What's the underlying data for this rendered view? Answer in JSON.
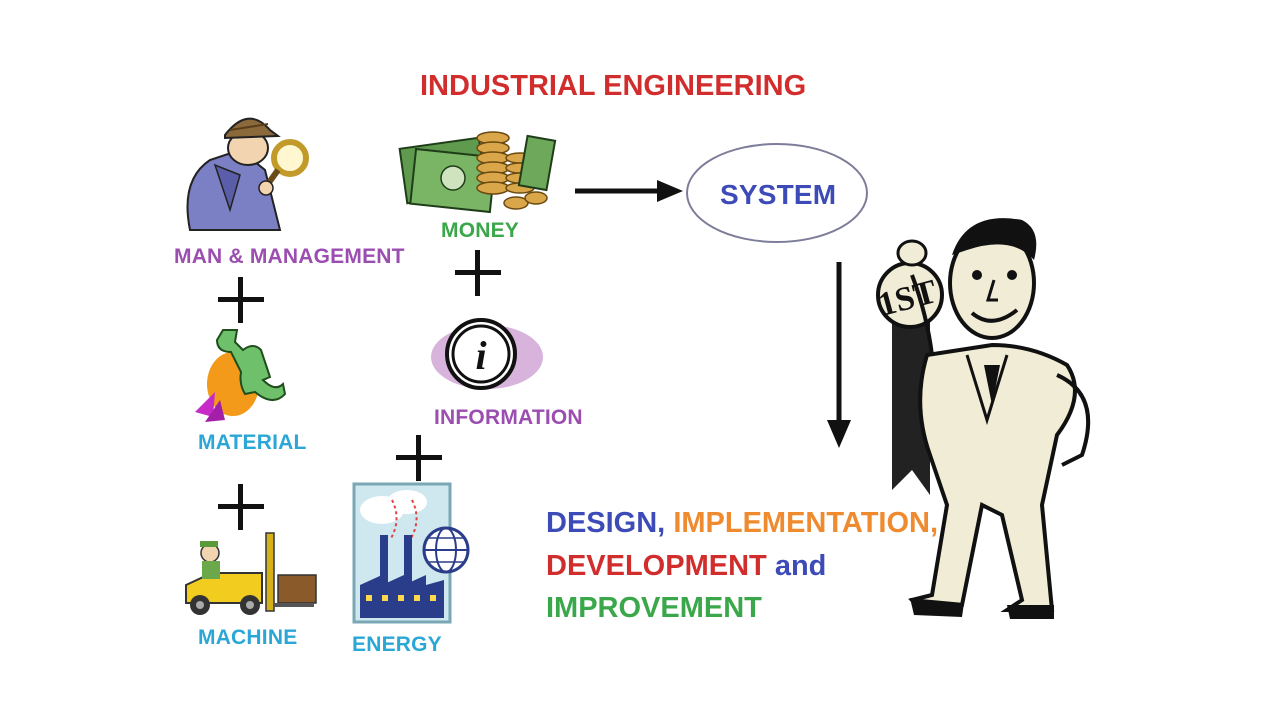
{
  "title": "INDUSTRIAL ENGINEERING",
  "inputs": {
    "man": "MAN & MANAGEMENT",
    "money": "MONEY",
    "material": "MATERIAL",
    "information": "INFORMATION",
    "machine": "MACHINE",
    "energy": "ENERGY"
  },
  "system": "SYSTEM",
  "info_glyph": "i",
  "ribbon_text": "1ST",
  "outcome": {
    "design": "DESIGN,",
    "implementation": "IMPLEMENTATION,",
    "development": "DEVELOPMENT",
    "and": "and",
    "improvement": "IMPROVEMENT"
  },
  "colors": {
    "title": "#d22d2d",
    "man": "#9b4db0",
    "money": "#3aa84a",
    "material": "#2ba7d6",
    "information": "#9b4db0",
    "machine": "#2ba7d6",
    "energy": "#2ba7d6",
    "system": "#3d4bb8",
    "design": "#3d4bb8",
    "implementation": "#ef8a2e",
    "development": "#d22d2d",
    "and": "#3d4bb8",
    "improvement": "#3aa84a"
  },
  "icons": [
    "detective-icon",
    "money-stack-icon",
    "wrench-icon",
    "information-icon",
    "forklift-icon",
    "factory-globe-icon",
    "first-place-man-icon",
    "right-arrow-icon",
    "down-arrow-icon"
  ]
}
